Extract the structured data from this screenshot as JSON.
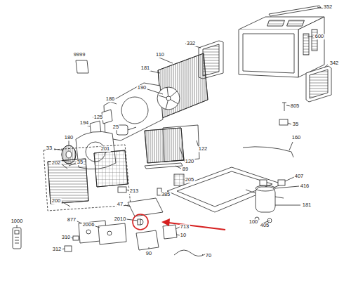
{
  "diagram": {
    "labels": [
      "352",
      "600",
      "332",
      "342",
      "9999",
      "110",
      "181",
      "190",
      "186",
      "125",
      "25",
      "194",
      "33",
      "180",
      "805",
      "35",
      "122",
      "120",
      "89",
      "201",
      "202",
      "35",
      "213",
      "205",
      "385",
      "160",
      "200",
      "407",
      "416",
      "181",
      "47",
      "2010",
      "713",
      "10",
      "100",
      "405",
      "1000",
      "877",
      "2006",
      "310",
      "312",
      "90",
      "70"
    ]
  }
}
